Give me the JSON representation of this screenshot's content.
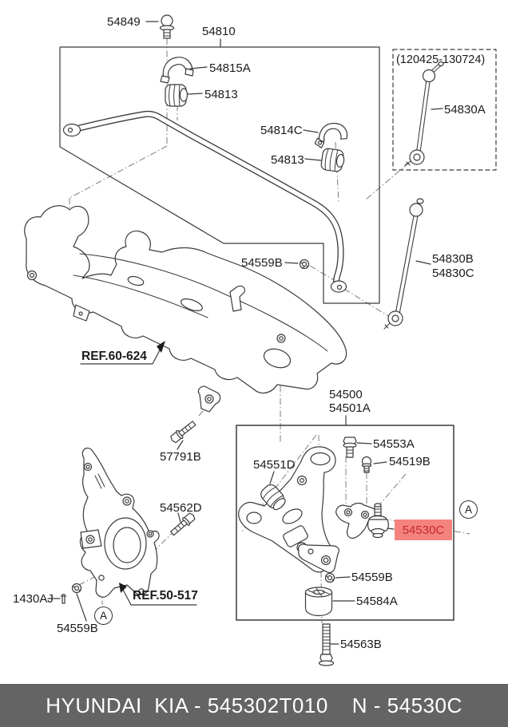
{
  "parts": {
    "p54849": "54849",
    "p54810": "54810",
    "p54815A": "54815A",
    "p54813_upper": "54813",
    "p54814C": "54814C",
    "p54813_lower": "54813",
    "date_range": "(120425-130724)",
    "p54830A": "54830A",
    "p54559B_bar": "54559B",
    "p54830B": "54830B",
    "p54830C": "54830C",
    "ref_60_624": "REF.60-624",
    "p57791B": "57791B",
    "p54562D": "54562D",
    "p1430AJ": "1430AJ",
    "p54559B_knuckle": "54559B",
    "ref_50_517": "REF.50-517",
    "p54500": "54500",
    "p54501A": "54501A",
    "p54553A": "54553A",
    "p54519B": "54519B",
    "p54551D": "54551D",
    "p54530C": "54530C",
    "p54559B_arm": "54559B",
    "p54584A": "54584A",
    "p54563B": "54563B"
  },
  "view_marker": "A",
  "footer": {
    "left": "HYUNDAI  KIA - 545302T010",
    "right": "N - 54530C"
  },
  "colors": {
    "highlight_bg": "#f4837d",
    "highlight_fg": "#c5292f",
    "footer_bg": "#646464",
    "line": "#3a3a3a"
  }
}
